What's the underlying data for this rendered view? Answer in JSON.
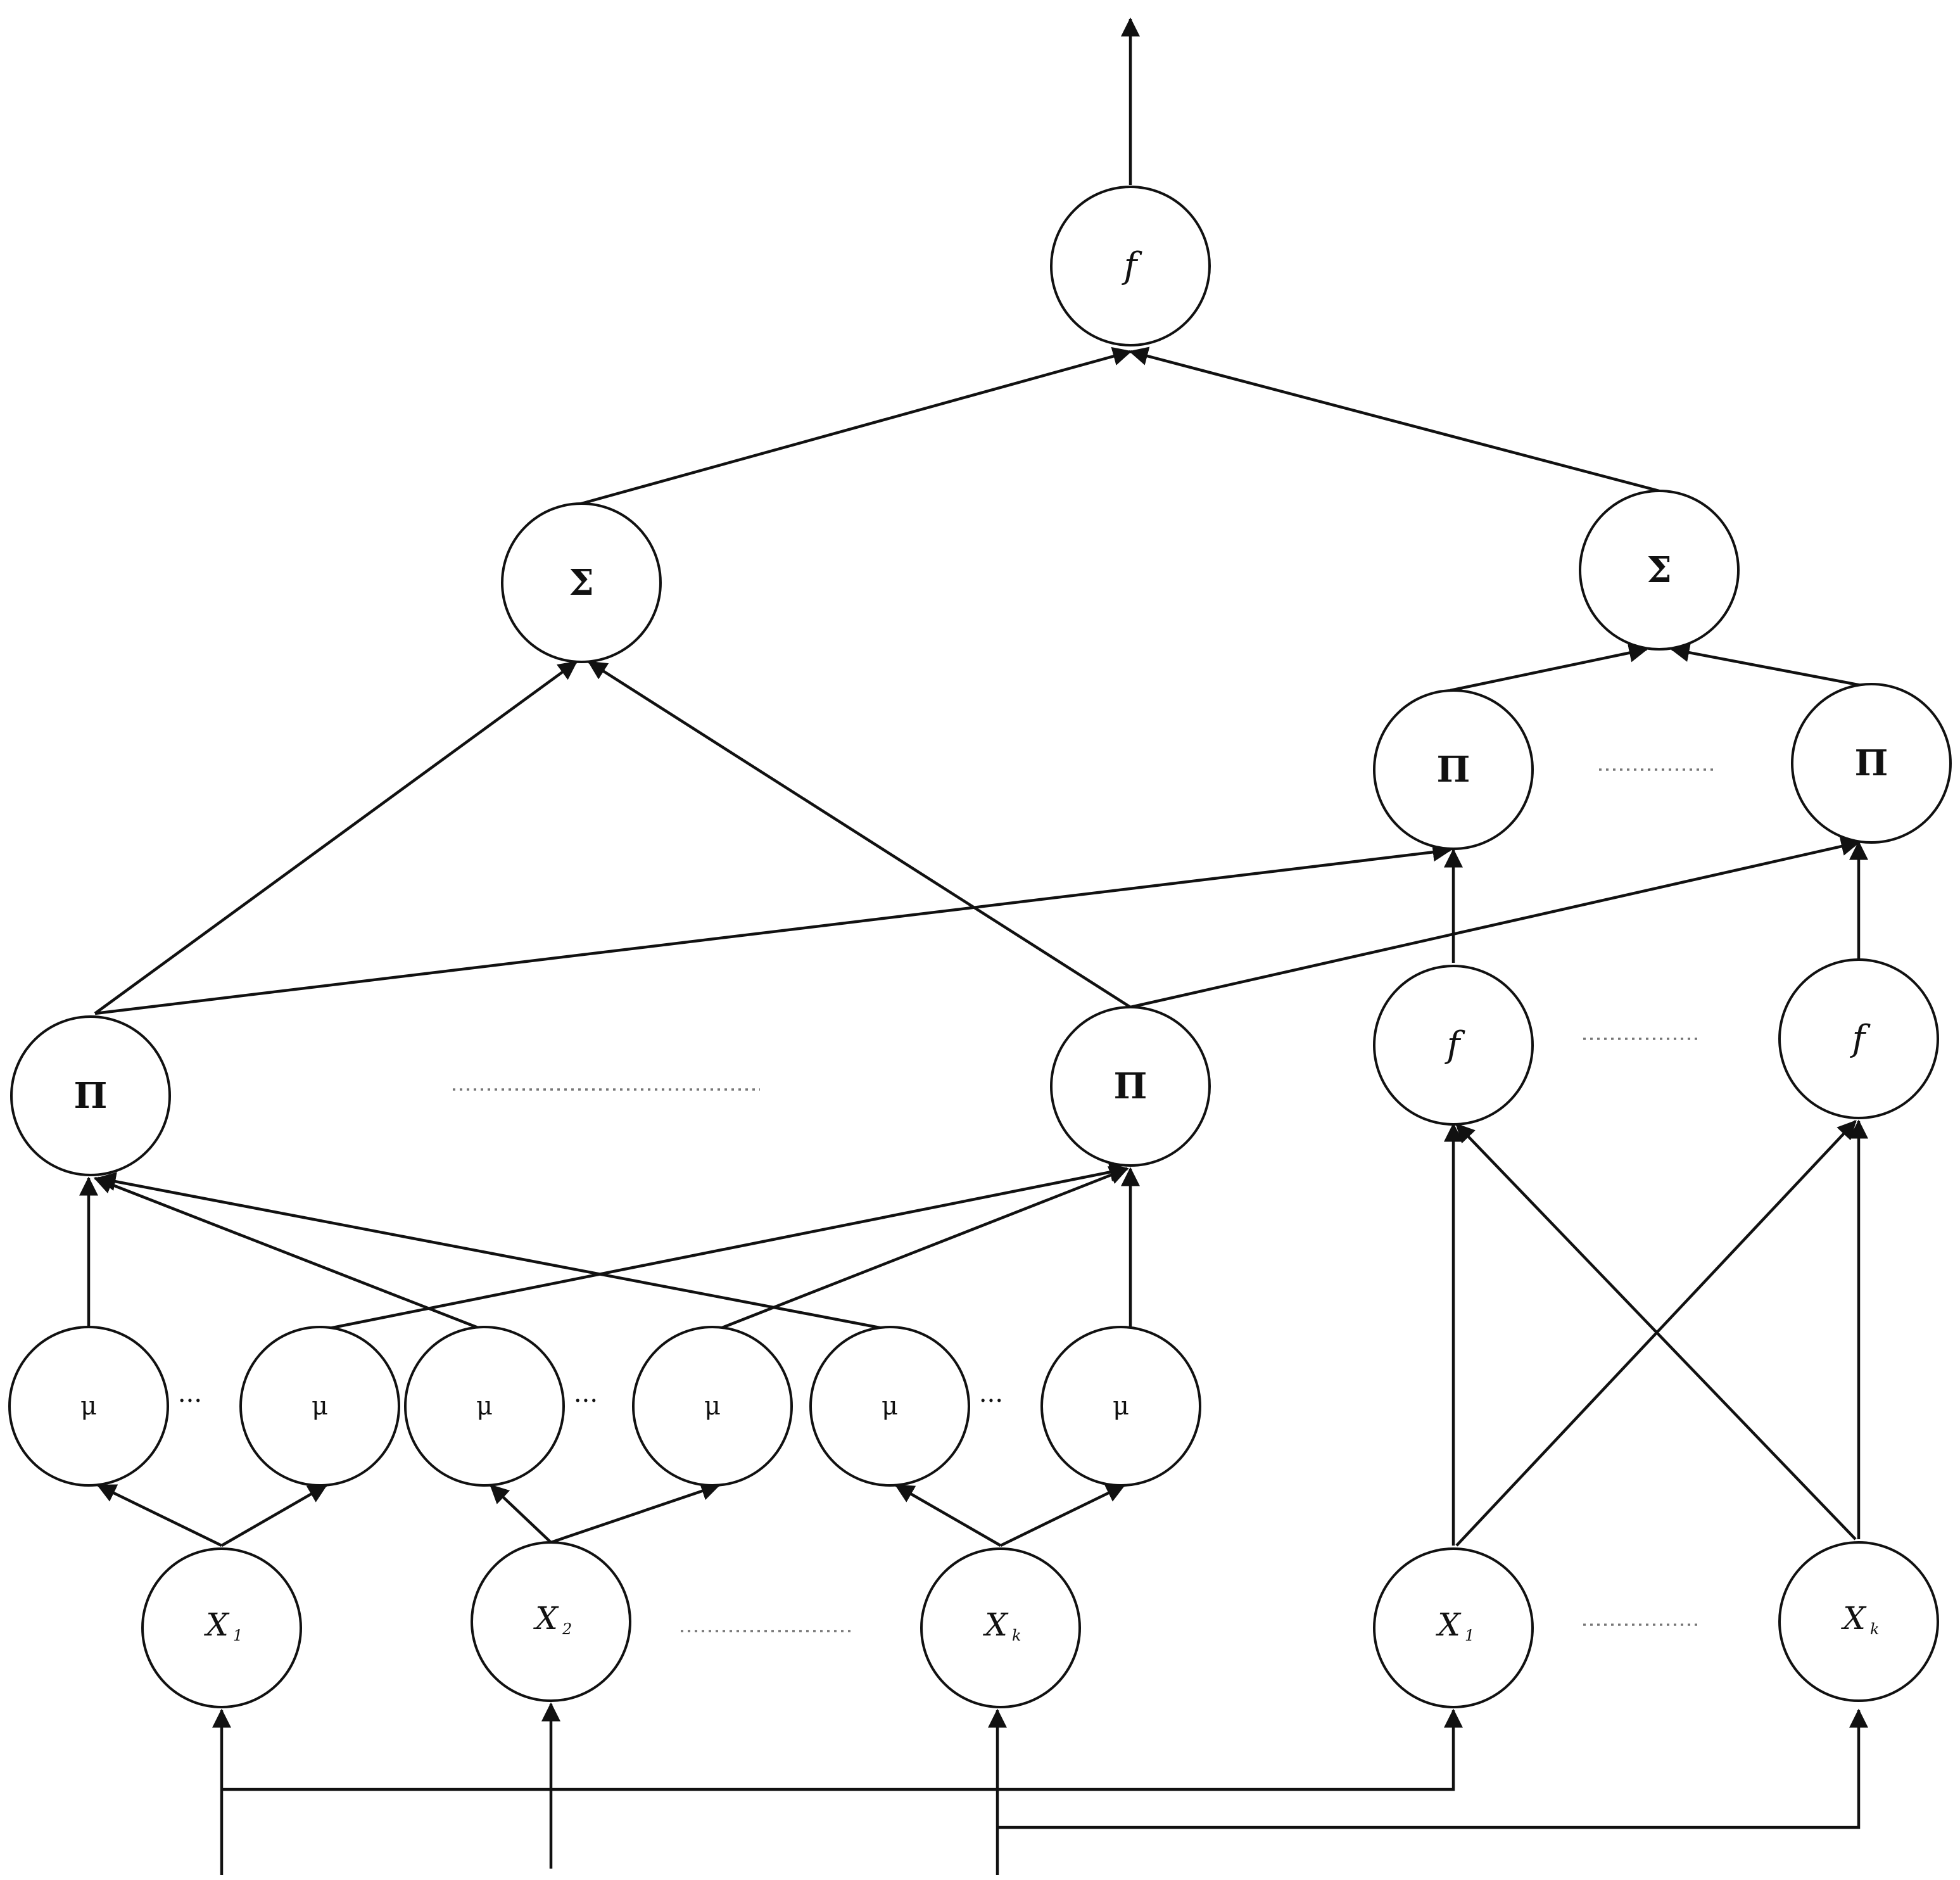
{
  "diagram": {
    "colors": {
      "stroke": "#111111",
      "background": "#ffffff",
      "dots": "#777777"
    },
    "nodes": {
      "out_f": "f",
      "sum_left": "Σ",
      "sum_right": "Σ",
      "pi_right_1": "Π",
      "pi_right_2": "Π",
      "pi_left_1": "Π",
      "pi_left_2": "Π",
      "f_right_1": "f",
      "f_right_2": "f",
      "mu_1": "μ",
      "mu_2": "μ",
      "mu_3": "μ",
      "mu_4": "μ",
      "mu_5": "μ",
      "mu_6": "μ",
      "x_left_1": "X",
      "x_left_1_sub": "1",
      "x_left_2": "X",
      "x_left_2_sub": "2",
      "x_left_k": "X",
      "x_left_k_sub": "k",
      "x_right_1": "X",
      "x_right_1_sub": "1",
      "x_right_k": "X",
      "x_right_k_sub": "k"
    },
    "ellipses": {
      "mu_a": "···",
      "mu_b": "···",
      "mu_c": "···"
    }
  }
}
